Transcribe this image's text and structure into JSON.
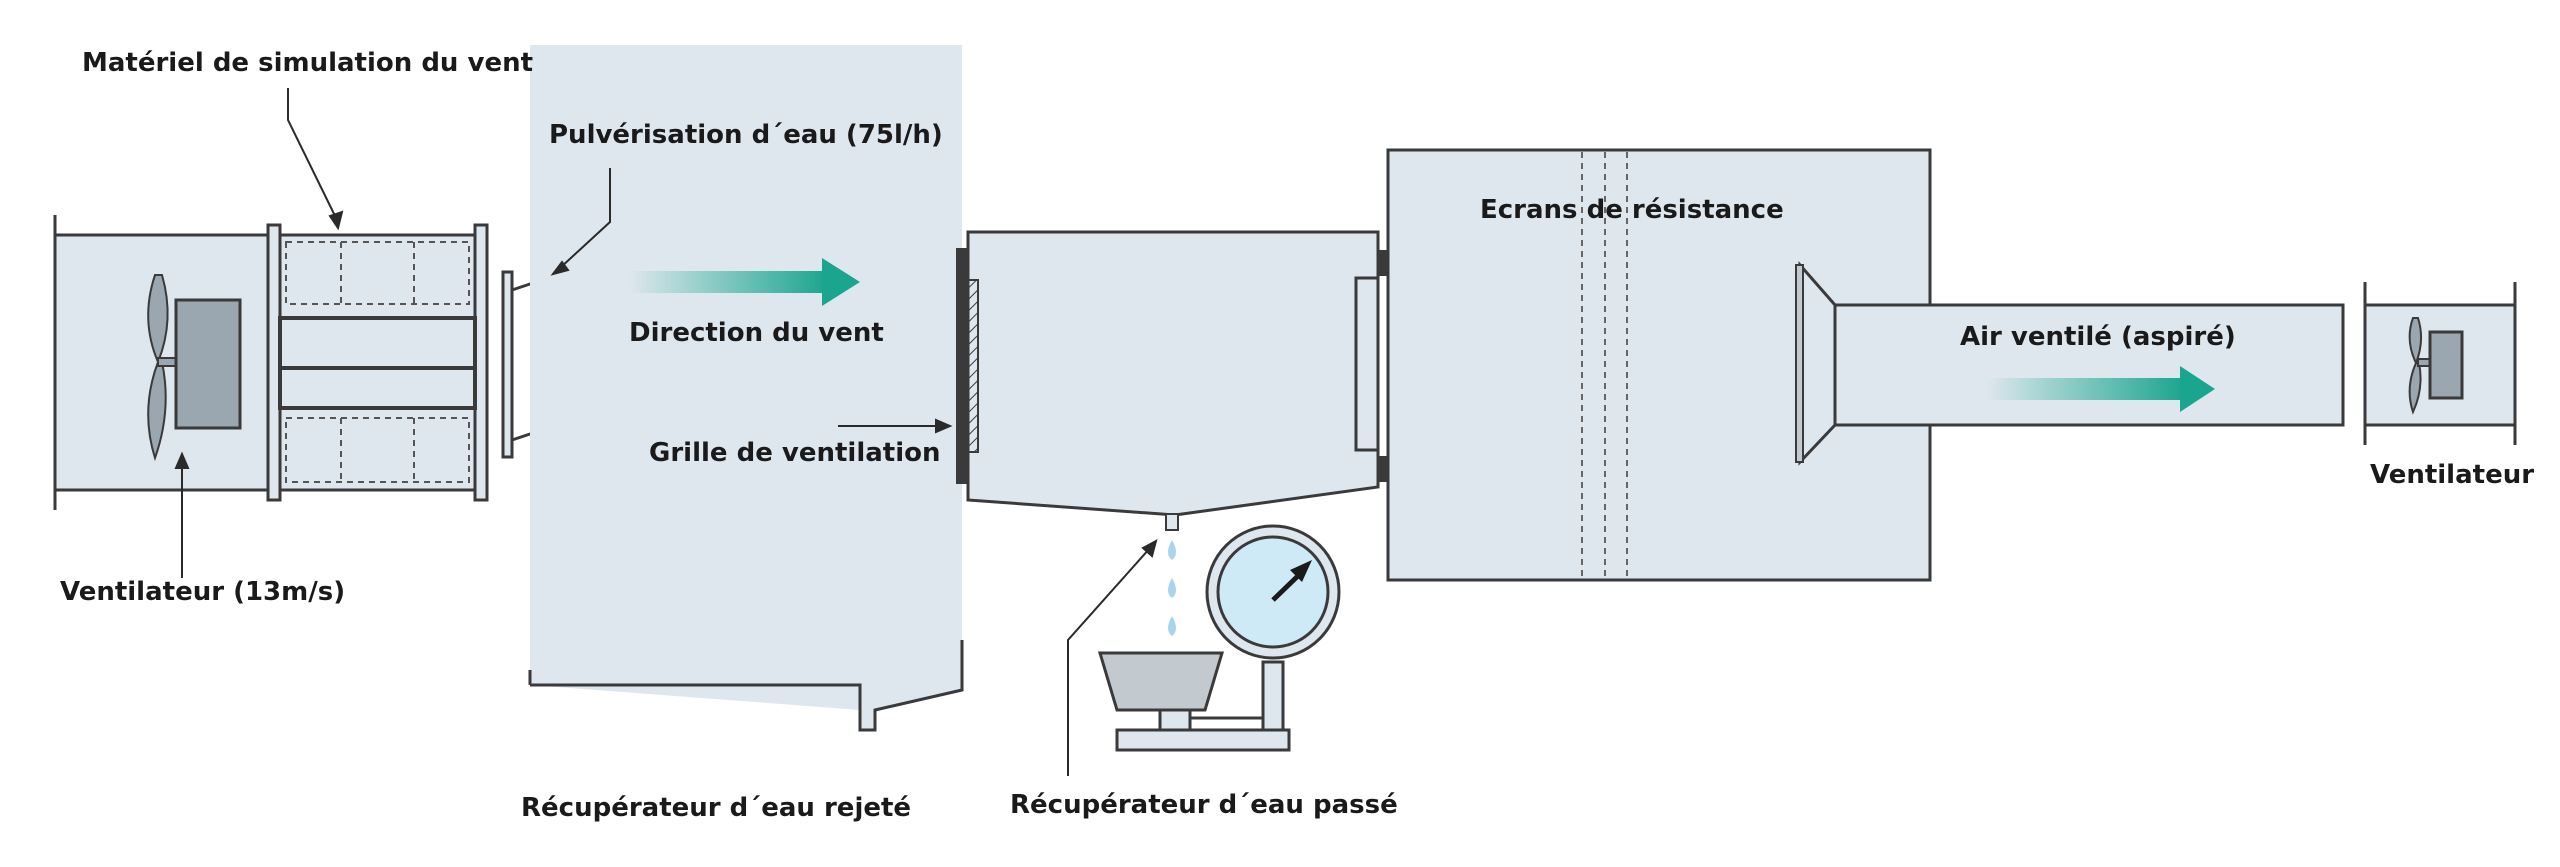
{
  "labels": {
    "simulation_material": "Matériel de simulation du vent",
    "water_spray": "Pulvérisation d´eau (75l/h)",
    "wind_direction": "Direction du vent",
    "ventilation_grid": "Grille de ventilation",
    "fan_left": "Ventilateur (13m/s)",
    "rejected_water_collector": "Récupérateur d´eau rejeté",
    "passed_water_collector": "Récupérateur d´eau passé",
    "resistance_screens": "Ecrans de résistance",
    "ventilated_air": "Air ventilé (aspiré)",
    "fan_right": "Ventilateur"
  },
  "colors": {
    "panel_fill": "#dfe7ee",
    "line": "#3a3a3a",
    "fan_box": "#9aa6b0",
    "arrow_teal": "#1aa58e",
    "gauge_fill": "#cfeaf7",
    "water_drop": "#a9d4ee"
  }
}
